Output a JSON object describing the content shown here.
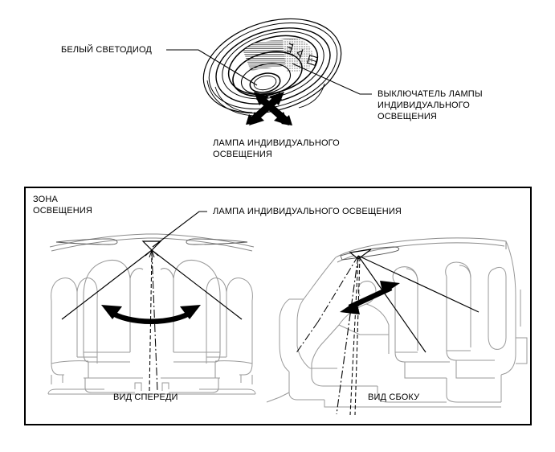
{
  "figure": {
    "title_present": false,
    "language": "ru",
    "background_color": "#ffffff",
    "ink_color": "#000000",
    "light_ink_color": "#8a8a8a"
  },
  "top_panel": {
    "labels": {
      "white_led": "БЕЛЫЙ СВЕТОДИОД",
      "personal_light_switch_line1": "ВЫКЛЮЧАТЕЛЬ ЛАМПЫ",
      "personal_light_switch_line2": "ИНДИВИДУАЛЬНОГО",
      "personal_light_switch_line3": "ОСВЕЩЕНИЯ",
      "personal_light_line1": "ЛАМПА ИНДИВИДУАЛЬНОГО",
      "personal_light_line2": "ОСВЕЩЕНИЯ"
    },
    "illustration": {
      "name": "overhead-personal-lamp-assembly",
      "description": "concentric tilted oval lamp housing with adjustable lens and switch icons",
      "adjust_arrows": "crossed-double-arrows"
    }
  },
  "bottom_panel": {
    "labels": {
      "zone_line1": "ЗОНА",
      "zone_line2": "ОСВЕЩЕНИЯ",
      "lamp_callout": "ЛАМПА ИНДИВИДУАЛЬНОГО ОСВЕЩЕНИЯ",
      "view_front": "ВИД СПЕРЕДИ",
      "view_side": "ВИД СБОКУ"
    },
    "views": [
      {
        "name": "front-view",
        "caption": "ВИД СПЕРЕДИ",
        "beam_rays": 2,
        "swivel_arrow": "curved-double-arrow-horizontal"
      },
      {
        "name": "side-view",
        "caption": "ВИД СБОКУ",
        "beam_rays": 4,
        "swivel_arrow": "straight-double-arrow-diagonal"
      }
    ]
  }
}
